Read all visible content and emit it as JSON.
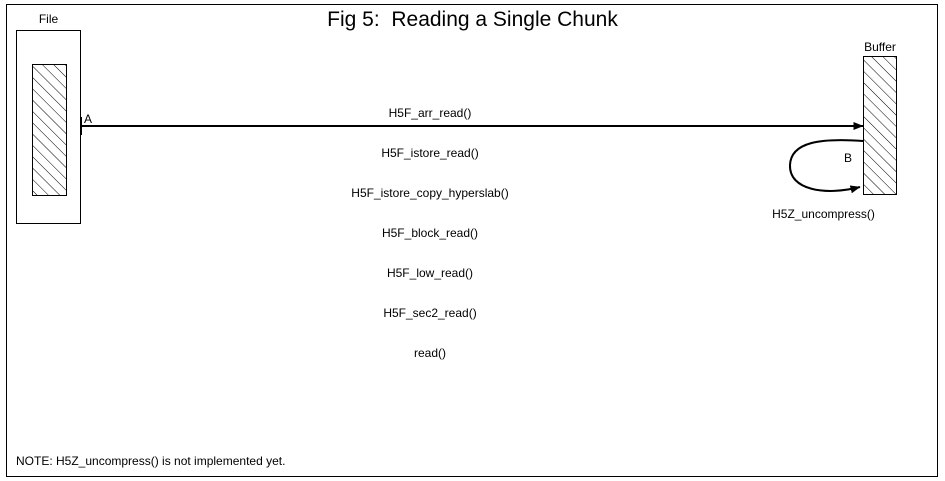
{
  "figure": {
    "title": "Fig 5:  Reading a Single Chunk",
    "note": "NOTE: H5Z_uncompress() is not implemented yet.",
    "colors": {
      "stroke": "#000000",
      "background": "#ffffff",
      "hatch": "#000000"
    }
  },
  "nodes": {
    "file": {
      "label": "File",
      "inner_fill": "hatched"
    },
    "buffer": {
      "label": "Buffer",
      "fill": "hatched"
    }
  },
  "edges": {
    "transfer_arrow": {
      "marker": "A",
      "direction": "file-to-buffer",
      "call_stack": [
        "H5F_arr_read()",
        "H5F_istore_read()",
        "H5F_istore_copy_hyperslab()",
        "H5F_block_read()",
        "H5F_low_read()",
        "H5F_sec2_read()",
        "read()"
      ]
    },
    "self_loop": {
      "marker": "B",
      "label": "H5Z_uncompress()",
      "direction": "buffer-to-buffer"
    }
  }
}
